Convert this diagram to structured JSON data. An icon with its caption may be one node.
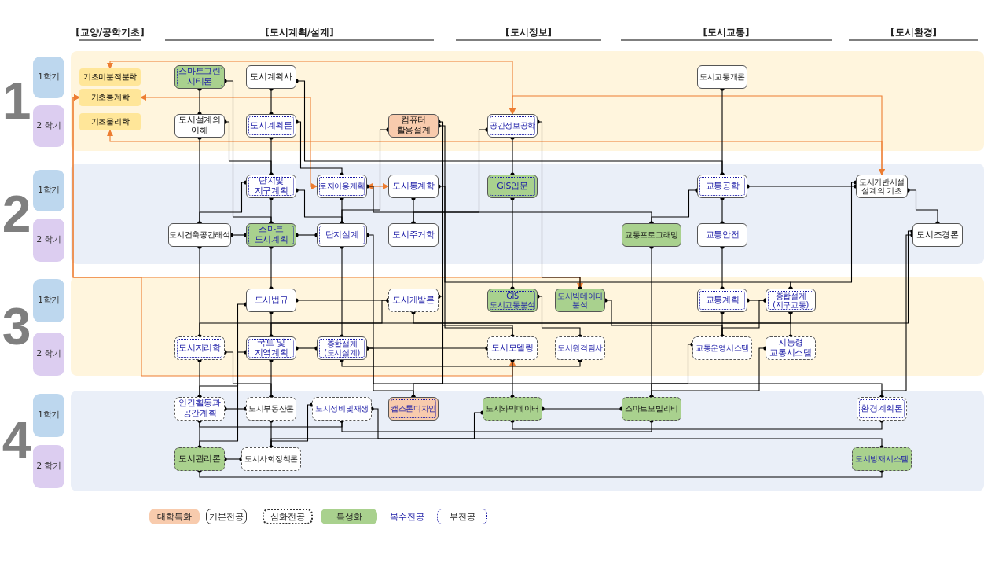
{
  "diagram": {
    "nodes": [
      {
        "text": [
          "1학기"
        ]
      },
      {
        "text": [
          "2 학기"
        ]
      },
      {
        "text": [
          "1학기"
        ]
      },
      {
        "text": [
          "2 학기"
        ]
      },
      {
        "text": [
          "1학기"
        ]
      },
      {
        "text": [
          "2 학기"
        ]
      },
      {
        "text": [
          "1학기"
        ]
      },
      {
        "text": [
          "2 학기"
        ]
      },
      {
        "text": [
          "기초미분적분학"
        ]
      },
      {
        "text": [
          "스마트그린 시티론"
        ]
      },
      {
        "text": [
          "도시계획사"
        ]
      },
      {
        "text": [
          "도시교통개론"
        ]
      },
      {
        "text": [
          "기초통계학"
        ]
      },
      {
        "text": [
          "기초물리학"
        ]
      },
      {
        "text": [
          "도시설계의 이해"
        ]
      },
      {
        "text": [
          "도시계획론"
        ]
      },
      {
        "text": [
          "컴퓨터 활용설계"
        ]
      },
      {
        "text": [
          "공간정보공학"
        ]
      },
      {
        "text": [
          "단지및 지구계획"
        ]
      },
      {
        "text": [
          "토지이용계획"
        ]
      },
      {
        "text": [
          "도시통계학"
        ]
      },
      {
        "text": [
          "GIS입문"
        ]
      },
      {
        "text": [
          "교통공학"
        ]
      },
      {
        "text": [
          "도시기반시설 설계의 기초"
        ]
      },
      {
        "text": [
          "도시건축공간해석"
        ]
      },
      {
        "text": [
          "스마트 도시계획"
        ]
      },
      {
        "text": [
          "단지설계"
        ]
      },
      {
        "text": [
          "도시주거학"
        ]
      },
      {
        "text": [
          "교통프로그래밍"
        ]
      },
      {
        "text": [
          "교통안전"
        ]
      },
      {
        "text": [
          "도시조경론"
        ]
      },
      {
        "text": [
          "도시법규"
        ]
      },
      {
        "text": [
          "도시개발론"
        ]
      },
      {
        "text": [
          "GIS 도시교통분석"
        ]
      },
      {
        "text": [
          "도시빅데이터 분석"
        ]
      },
      {
        "text": [
          "교통계획"
        ]
      },
      {
        "text": [
          "종합설계 (지구교통)"
        ]
      },
      {
        "text": [
          "도시지리학"
        ]
      },
      {
        "text": [
          "국토 및 지역계획"
        ]
      },
      {
        "text": [
          "종합설계 (도시설계)"
        ]
      },
      {
        "text": [
          "도시모델링"
        ]
      },
      {
        "text": [
          "도시원격탐사"
        ]
      },
      {
        "text": [
          "교통운영시스템"
        ]
      },
      {
        "text": [
          "지능형 교통시스템"
        ]
      },
      {
        "text": [
          "인간활동과 공간계획"
        ]
      },
      {
        "text": [
          "도시부동산론"
        ]
      },
      {
        "text": [
          "도시정비및재생"
        ]
      },
      {
        "text": [
          "캡스톤디자인"
        ]
      },
      {
        "text": [
          "도시와빅데이터"
        ]
      },
      {
        "text": [
          "스마트모빌리티"
        ]
      },
      {
        "text": [
          "환경계획론"
        ]
      },
      {
        "text": [
          "도시관리론"
        ]
      },
      {
        "text": [
          "도시사회정책론"
        ]
      },
      {
        "text": [
          "도시방재시스템"
        ]
      }
    ],
    "edges": [
      {
        "from": 8,
        "to": 17,
        "arrow": "both",
        "color": "#ed7d31"
      },
      {
        "from": 12,
        "to": 19,
        "arrow": "both",
        "color": "#ed7d31"
      },
      {
        "from": 19,
        "to": 20,
        "arrow": "both",
        "color": "#ed7d31"
      },
      {
        "from": 13,
        "to": 23,
        "arrow": "both",
        "color": "#ed7d31"
      },
      {
        "from": 17,
        "to": 23,
        "arrow": "both",
        "color": "#ed7d31"
      },
      {
        "from": 12,
        "to": 34,
        "arrow": "both",
        "color": "#ed7d31"
      },
      {
        "from": 12,
        "to": 40,
        "arrow": "both",
        "color": "#ed7d31"
      },
      {
        "from": 9,
        "to": 14,
        "arrow": "other"
      },
      {
        "from": 9,
        "to": 25,
        "arrow": "other"
      },
      {
        "from": 10,
        "to": 15,
        "arrow": "other"
      },
      {
        "from": 11,
        "to": 22,
        "arrow": "other"
      },
      {
        "from": 10,
        "to": 22,
        "arrow": "other"
      },
      {
        "from": 15,
        "to": 19,
        "arrow": "other"
      },
      {
        "from": 15,
        "to": 18,
        "arrow": "other"
      },
      {
        "from": 14,
        "to": 24,
        "arrow": "other"
      },
      {
        "from": 14,
        "to": 18,
        "arrow": "other"
      },
      {
        "from": 18,
        "to": 25,
        "arrow": "other"
      },
      {
        "from": 24,
        "to": 25,
        "arrow": "other"
      },
      {
        "from": 24,
        "to": 18,
        "arrow": "other"
      },
      {
        "from": 25,
        "to": 26,
        "arrow": "other"
      },
      {
        "from": 18,
        "to": 26,
        "arrow": "other"
      },
      {
        "from": 19,
        "to": 26,
        "arrow": "other"
      },
      {
        "from": 19,
        "to": 28,
        "arrow": "other"
      },
      {
        "from": 26,
        "to": 16,
        "arrow": "other"
      },
      {
        "from": 20,
        "to": 27,
        "arrow": "other"
      },
      {
        "from": 20,
        "to": 40,
        "arrow": "other"
      },
      {
        "from": 27,
        "to": 17,
        "arrow": "other"
      },
      {
        "from": 16,
        "to": 47,
        "arrow": "other"
      },
      {
        "from": 16,
        "to": 36,
        "arrow": "other"
      },
      {
        "from": 17,
        "to": 21,
        "arrow": "other"
      },
      {
        "from": 17,
        "to": 34,
        "arrow": "other"
      },
      {
        "from": 21,
        "to": 33,
        "arrow": "other"
      },
      {
        "from": 22,
        "to": 28,
        "arrow": "other"
      },
      {
        "from": 22,
        "to": 29,
        "arrow": "other"
      },
      {
        "from": 22,
        "to": 23,
        "arrow": "other"
      },
      {
        "from": 23,
        "to": 30,
        "arrow": "other"
      },
      {
        "from": 23,
        "to": 36,
        "arrow": "other"
      },
      {
        "from": 28,
        "to": 49,
        "arrow": "other"
      },
      {
        "from": 29,
        "to": 35,
        "arrow": "other"
      },
      {
        "from": 30,
        "to": 37,
        "arrow": "other"
      },
      {
        "from": 30,
        "to": 50,
        "arrow": "other"
      },
      {
        "from": 25,
        "to": 31,
        "arrow": "other"
      },
      {
        "from": 31,
        "to": 38,
        "arrow": "other"
      },
      {
        "from": 31,
        "to": 32,
        "arrow": "other"
      },
      {
        "from": 31,
        "to": 51,
        "arrow": "other"
      },
      {
        "from": 24,
        "to": 37,
        "arrow": "other"
      },
      {
        "from": 37,
        "to": 44,
        "arrow": "other"
      },
      {
        "from": 37,
        "to": 45,
        "arrow": "other"
      },
      {
        "from": 38,
        "to": 39,
        "arrow": "other"
      },
      {
        "from": 38,
        "to": 45,
        "arrow": "other"
      },
      {
        "from": 38,
        "to": 44,
        "arrow": "other"
      },
      {
        "from": 39,
        "to": 40,
        "arrow": "other"
      },
      {
        "from": 39,
        "to": 47,
        "arrow": "other"
      },
      {
        "from": 26,
        "to": 39,
        "arrow": "other"
      },
      {
        "from": 32,
        "to": 40,
        "arrow": "other"
      },
      {
        "from": 32,
        "to": 38,
        "arrow": "other"
      },
      {
        "from": 32,
        "to": 36,
        "arrow": "other"
      },
      {
        "from": 33,
        "to": 41,
        "arrow": "other"
      },
      {
        "from": 34,
        "to": 42,
        "arrow": "other"
      },
      {
        "from": 35,
        "to": 42,
        "arrow": "other"
      },
      {
        "from": 35,
        "to": 36,
        "arrow": "other"
      },
      {
        "from": 42,
        "to": 36,
        "arrow": "other"
      },
      {
        "from": 36,
        "to": 43,
        "arrow": "other"
      },
      {
        "from": 42,
        "to": 49,
        "arrow": "other"
      },
      {
        "from": 43,
        "to": 49,
        "arrow": "other"
      },
      {
        "from": 40,
        "to": 48,
        "arrow": "other"
      },
      {
        "from": 41,
        "to": 39,
        "arrow": "other"
      },
      {
        "from": 44,
        "to": 45,
        "arrow": "other"
      },
      {
        "from": 44,
        "to": 51,
        "arrow": "other"
      },
      {
        "from": 44,
        "to": 46,
        "arrow": "other"
      },
      {
        "from": 45,
        "to": 52,
        "arrow": "other"
      },
      {
        "from": 51,
        "to": 52,
        "arrow": "other"
      },
      {
        "from": 46,
        "to": 52,
        "arrow": "other"
      },
      {
        "from": 46,
        "to": 53,
        "arrow": "other"
      },
      {
        "from": 46,
        "to": 49,
        "arrow": "other"
      },
      {
        "from": 48,
        "to": 49,
        "arrow": "other"
      },
      {
        "from": 48,
        "to": 50,
        "arrow": "other"
      },
      {
        "from": 48,
        "to": 52,
        "arrow": "other"
      },
      {
        "from": 51,
        "to": 53,
        "arrow": "other"
      },
      {
        "from": 50,
        "to": 26,
        "arrow": "other"
      }
    ],
    "labels": [
      "[교양/공학기초]",
      "[도시계획/설계]",
      "[도시정보]",
      "[도시교통]",
      "[도시환경]",
      "1",
      "2",
      "3",
      "4"
    ],
    "legend": [
      {
        "text": "대학특화",
        "color": "#f8cbad"
      },
      {
        "text": "기본전공"
      },
      {
        "text": "심화전공"
      },
      {
        "text": "특성화",
        "color": "#a9d18e"
      },
      {
        "text": "복수전공"
      },
      {
        "text": "부전공"
      }
    ]
  }
}
